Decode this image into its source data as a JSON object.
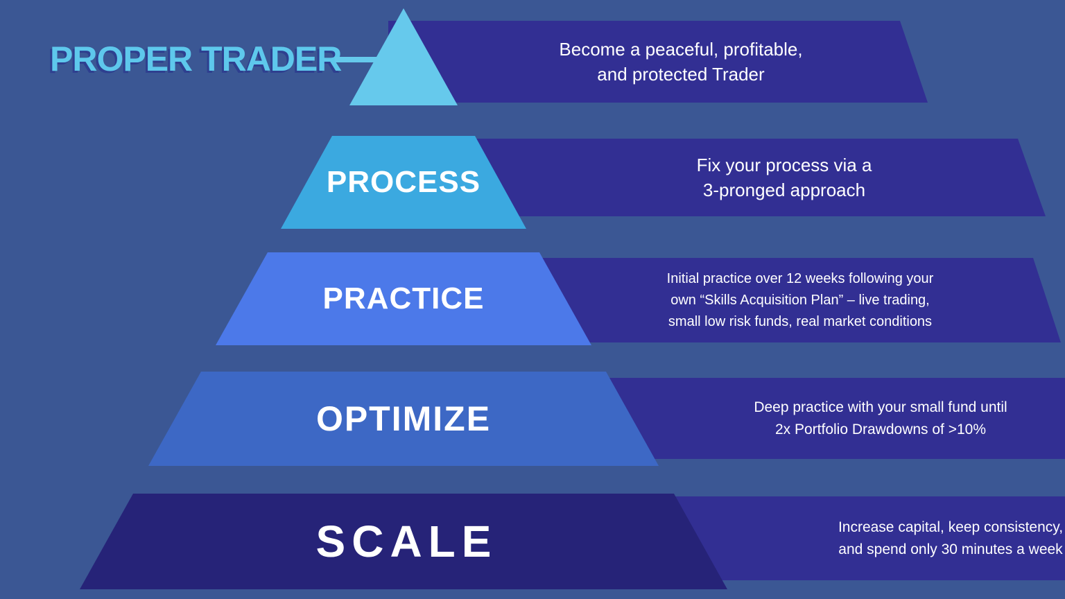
{
  "title": {
    "text": "PROPER TRADER"
  },
  "colors": {
    "background": "#3B5794",
    "title-text": "#5EC8EC",
    "title-shadow": "#2E3F8F",
    "banner-bg": "#322F93",
    "banner-text": "#FFFFFF",
    "label-text": "#FFFFFF",
    "peak-fill": "#66C9EC",
    "process-fill": "#3BA9E0",
    "practice-fill": "#4C79E9",
    "optimize-fill": "#3D68C5",
    "scale-fill": "#262378"
  },
  "levels": [
    {
      "id": "peak",
      "label": "",
      "desc_lines": [
        "Become a peaceful, profitable,",
        "and protected Trader"
      ]
    },
    {
      "id": "process",
      "label": "PROCESS",
      "desc_lines": [
        "Fix your process via a",
        "3-pronged approach"
      ]
    },
    {
      "id": "practice",
      "label": "PRACTICE",
      "desc_lines": [
        "Initial practice over 12 weeks following your",
        "own “Skills Acquisition Plan”  – live trading,",
        "small low risk funds, real market conditions"
      ]
    },
    {
      "id": "optimize",
      "label": "OPTIMIZE",
      "desc_lines": [
        "Deep practice with your small fund until",
        "2x Portfolio Drawdowns of >10%"
      ]
    },
    {
      "id": "scale",
      "label": "SCALE",
      "desc_lines": [
        "Increase capital, keep consistency,",
        "and spend only 30 minutes a week"
      ]
    }
  ]
}
